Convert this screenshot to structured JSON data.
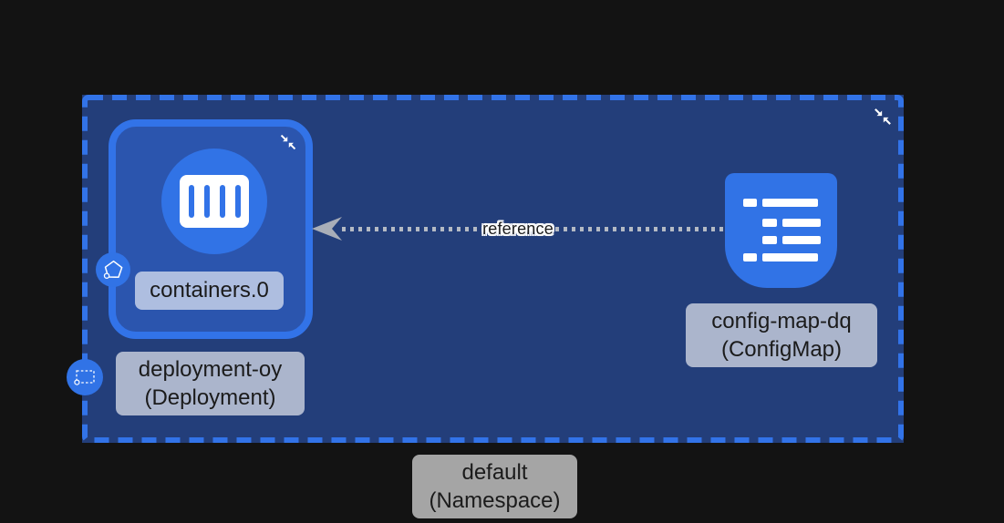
{
  "canvas": {
    "background": "#131313"
  },
  "palette": {
    "accent_blue": "#3273E8",
    "bright_blue": "#3173E6",
    "namespace_fill": "#233E7A",
    "node_fill": "#2B55AE",
    "label_bg_rgba": "rgba(255,255,255,0.62)",
    "label_text": "#1B1B1B",
    "edge_dot_gray": "#B4BAC4",
    "arrow_gray": "#A9AEB8",
    "icon_white": "#FFFFFF"
  },
  "namespace": {
    "name": "default",
    "kind": "(Namespace)"
  },
  "deployment": {
    "name": "deployment-oy",
    "kind": "(Deployment)",
    "container_label": "containers.0"
  },
  "configmap": {
    "name": "config-map-dq",
    "kind": "(ConfigMap)"
  },
  "edge": {
    "label": "reference"
  },
  "icons": {
    "collapse_icon": "two diagonal arrows pointing inward (collapse)",
    "container_icon": "white rounded rect with 4 vertical blue bars",
    "pod_badge_icon": "white pentagon outline with small circle at lower-left vertex",
    "deployment_badge_icon": "white dashed rectangle with small circle at lower-left corner",
    "configmap_icon": "blue tag shape with white list lines",
    "edge_arrow_icon": "left-pointing concave dart arrowhead"
  }
}
